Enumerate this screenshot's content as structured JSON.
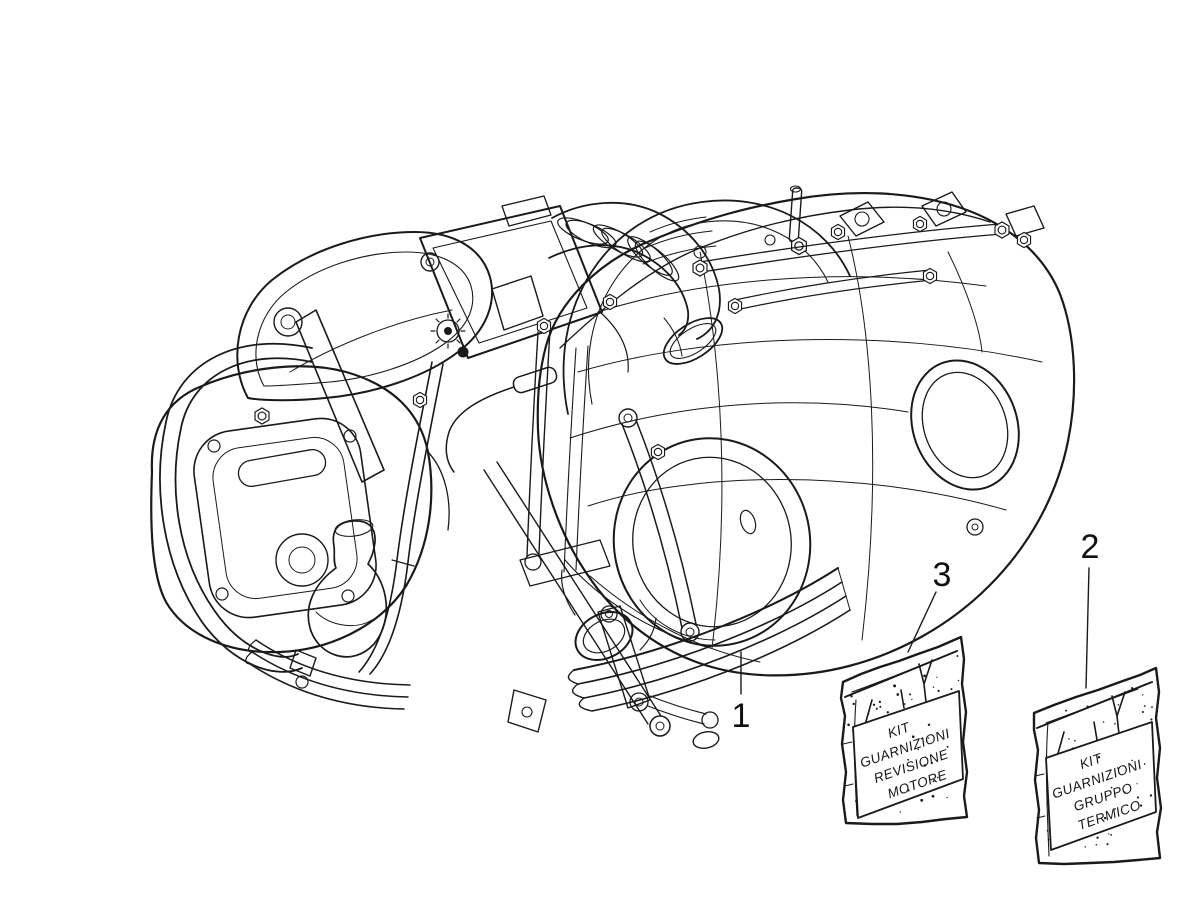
{
  "figure": {
    "background_color": "#ffffff",
    "line_color": "#1a1a1a"
  },
  "callouts": [
    {
      "ref": "1"
    },
    {
      "ref": "2"
    },
    {
      "ref": "3"
    }
  ],
  "bags": [
    {
      "callout": "3",
      "lines": [
        "KIT",
        "GUARNIZIONI",
        "REVISIONE",
        "MOTORE"
      ]
    },
    {
      "callout": "2",
      "lines": [
        "KIT",
        "GUARNIZIONI",
        "GRUPPO",
        "TERMICO"
      ]
    }
  ]
}
